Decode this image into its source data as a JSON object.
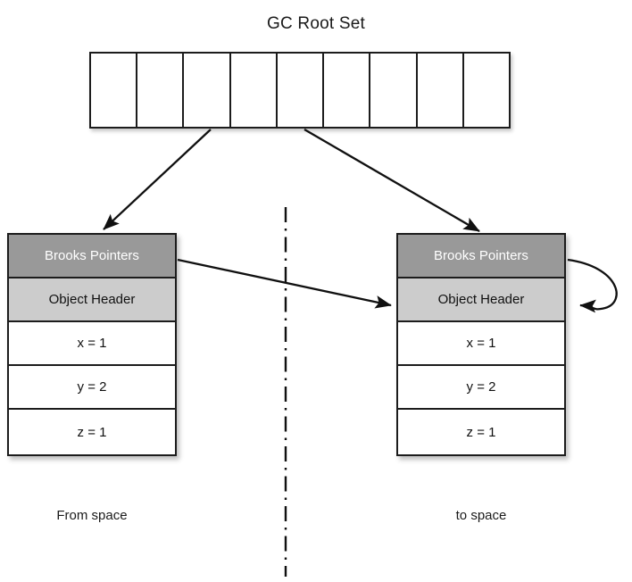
{
  "diagram": {
    "title": "GC Root Set",
    "type": "shenandoah-brooks-pointer-forwarding"
  },
  "root_set": {
    "name": "GC Root Set",
    "cell_count": 9,
    "cells": [
      "",
      "",
      "",
      "",
      "",
      "",
      "",
      "",
      ""
    ]
  },
  "objects": {
    "from": {
      "space_label": "From space",
      "rows": [
        {
          "label": "Brooks Pointers",
          "style": "dark-gray"
        },
        {
          "label": "Object Header",
          "style": "light-gray"
        },
        {
          "label": "x = 1",
          "style": "white"
        },
        {
          "label": "y = 2",
          "style": "white"
        },
        {
          "label": "z = 1",
          "style": "white"
        }
      ]
    },
    "to": {
      "space_label": "to space",
      "rows": [
        {
          "label": "Brooks Pointers",
          "style": "dark-gray"
        },
        {
          "label": "Object Header",
          "style": "light-gray"
        },
        {
          "label": "x = 1",
          "style": "white"
        },
        {
          "label": "y = 2",
          "style": "white"
        },
        {
          "label": "z = 1",
          "style": "white"
        }
      ]
    }
  },
  "connectors": [
    {
      "name": "root-to-from-object",
      "from": "gc-root-set",
      "to": "from-space-object",
      "style": "solid-arrow"
    },
    {
      "name": "root-to-to-object",
      "from": "gc-root-set",
      "to": "to-space-object",
      "style": "solid-arrow"
    },
    {
      "name": "from-brooks-forwarding-pointer",
      "from": "from-brooks-pointers",
      "to": "to-object-header",
      "style": "solid-arrow"
    },
    {
      "name": "to-brooks-self-pointer",
      "from": "to-brooks-pointers",
      "to": "to-object-header",
      "style": "curved-arrow"
    },
    {
      "name": "space-divider",
      "style": "dash-dot-vertical"
    }
  ],
  "colors": {
    "brooks_row": "#999999",
    "header_row": "#cccccc",
    "field_row": "#ffffff",
    "stroke": "#1c1c1c",
    "background": "#ffffff"
  }
}
